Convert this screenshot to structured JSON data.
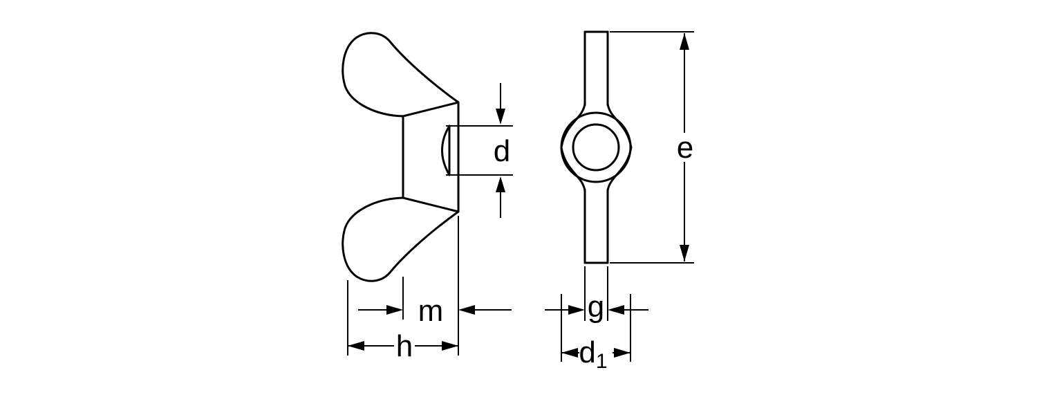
{
  "drawing": {
    "colors": {
      "ink": "#000000",
      "background": "#ffffff"
    },
    "side_view": {
      "dim_d": {
        "label": "d"
      },
      "dim_m": {
        "label": "m"
      },
      "dim_h": {
        "label": "h"
      }
    },
    "front_view": {
      "dim_e": {
        "label": "e"
      },
      "dim_g": {
        "label": "g"
      },
      "dim_d1": {
        "label": "d",
        "subscript": "1"
      }
    }
  }
}
